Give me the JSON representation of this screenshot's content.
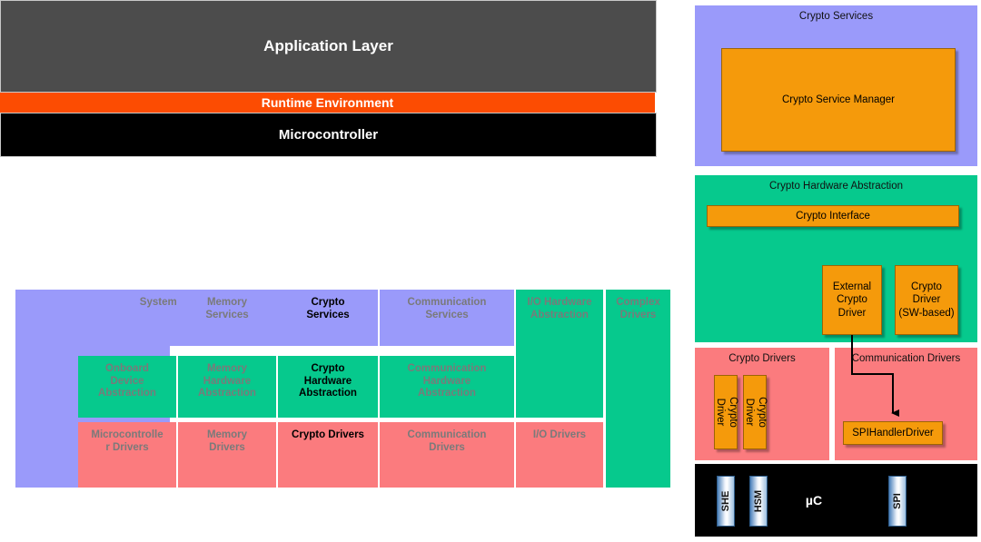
{
  "left_diagram": {
    "application_layer": "Application Layer",
    "runtime_environment": "Runtime Environment",
    "microcontroller": "Microcontroller",
    "services_row": [
      {
        "label": "System Services",
        "color": "#9a9afa",
        "highlight": false
      },
      {
        "label": "Memory\nServices",
        "color": "#9a9afa",
        "highlight": false
      },
      {
        "label": "Crypto\nServices",
        "color": "#9a9afa",
        "highlight": true
      },
      {
        "label": "Communication\nServices",
        "color": "#9a9afa",
        "highlight": false
      },
      {
        "label": "I/O Hardware\nAbstraction",
        "color": "#06c98d",
        "highlight": false
      },
      {
        "label": "Complex\nDrivers",
        "color": "#06c98d",
        "highlight": false
      }
    ],
    "abstraction_row": [
      {
        "label": "Onboard\nDevice\nAbstraction",
        "color": "#06c98d",
        "highlight": false
      },
      {
        "label": "Memory\nHardware\nAbstraction",
        "color": "#06c98d",
        "highlight": false
      },
      {
        "label": "Crypto\nHardware\nAbstraction",
        "color": "#06c98d",
        "highlight": true
      },
      {
        "label": "Communication\nHardware\nAbstraction",
        "color": "#06c98d",
        "highlight": false
      }
    ],
    "drivers_row": [
      {
        "label": "Microcontrolle\nr Drivers",
        "color": "#fb7b7e",
        "highlight": false
      },
      {
        "label": "Memory\nDrivers",
        "color": "#fb7b7e",
        "highlight": false
      },
      {
        "label": "Crypto Drivers",
        "color": "#fb7b7e",
        "highlight": true
      },
      {
        "label": "Communication\nDrivers",
        "color": "#fb7b7e",
        "highlight": false
      },
      {
        "label": "I/O Drivers",
        "color": "#fb7b7e",
        "highlight": false
      }
    ]
  },
  "right_diagram": {
    "crypto_services": {
      "title": "Crypto Services",
      "boxes": [
        {
          "label": "Crypto Service Manager"
        }
      ]
    },
    "crypto_hardware_abstraction": {
      "title": "Crypto Hardware Abstraction",
      "interface": "Crypto Interface",
      "drivers": [
        {
          "label": "External\nCrypto\nDriver"
        },
        {
          "label": "Crypto\nDriver\n(SW-based)"
        }
      ]
    },
    "crypto_drivers": {
      "title": "Crypto Drivers",
      "boxes": [
        {
          "label": "Crypto\nDriver"
        },
        {
          "label": "Crypto\nDriver"
        }
      ]
    },
    "communication_drivers": {
      "title": "Communication Drivers",
      "boxes": [
        {
          "label": "SPIHandlerDriver"
        }
      ]
    },
    "microcontroller": {
      "label": "µC",
      "chips": [
        {
          "label": "SHE"
        },
        {
          "label": "HSM"
        },
        {
          "label": "SPI"
        }
      ]
    }
  },
  "colors": {
    "purple": "#9a9afa",
    "green": "#06c98d",
    "salmon": "#fb7b7e",
    "orange": "#f59a0b",
    "rte_orange": "#fc4c02",
    "app_gray": "#4c4c4c",
    "black": "#000000",
    "muted_text": "#7a7a7a"
  }
}
